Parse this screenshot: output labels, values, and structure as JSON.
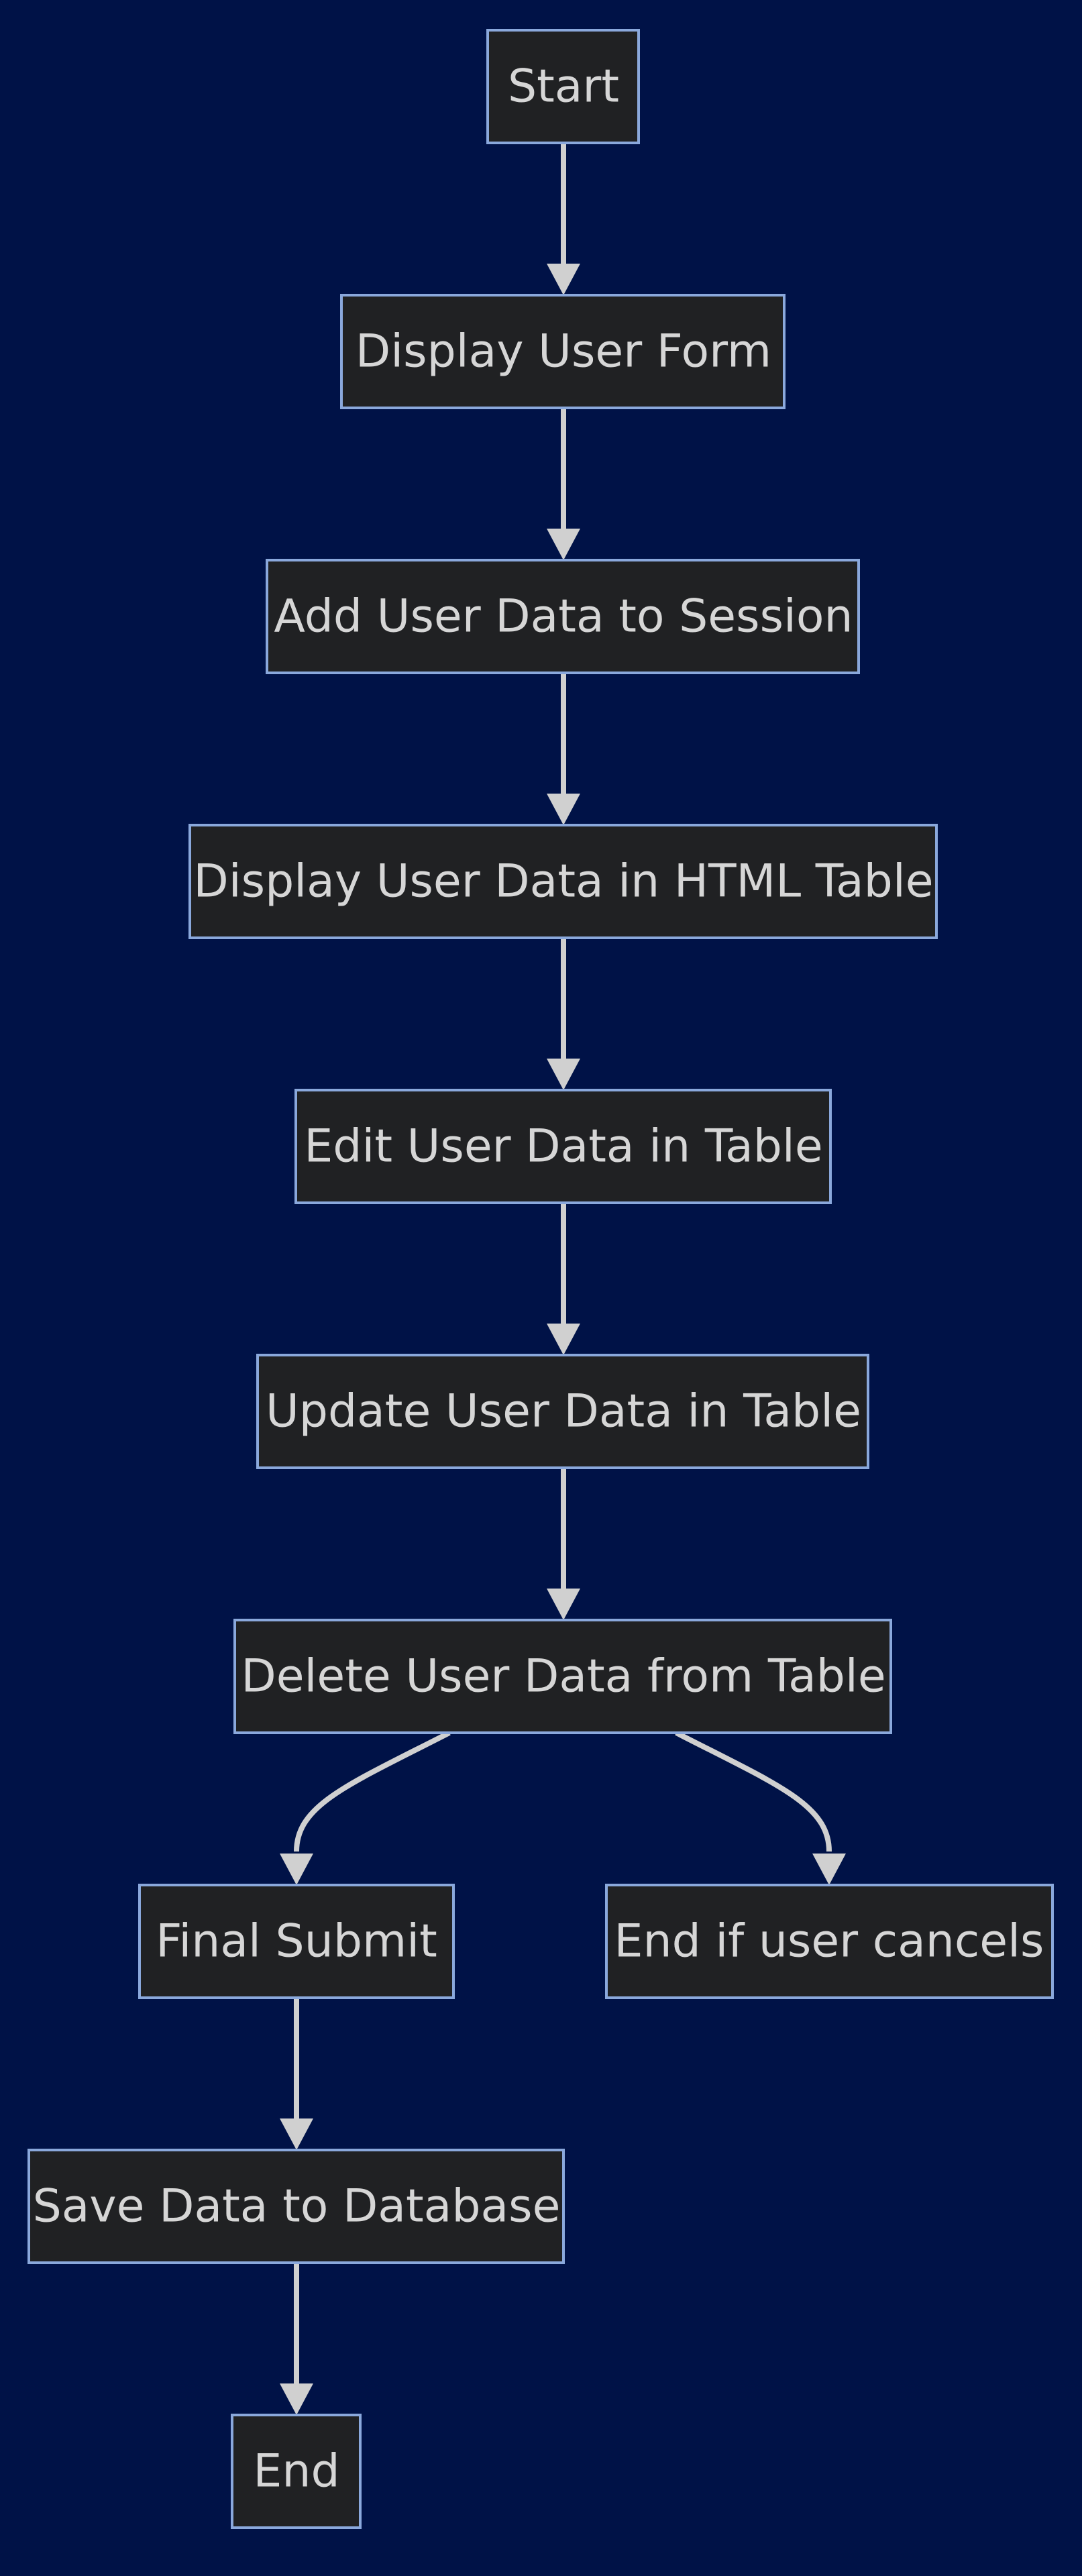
{
  "colors": {
    "background": "#001247",
    "node_fill": "#202123",
    "node_stroke": "#8aa8dc",
    "edge": "#d0d0d0",
    "text": "#d6d6d6"
  },
  "nodes": {
    "start": "Start",
    "display_form": "Display User Form",
    "add_session": "Add User Data to Session",
    "display_table": "Display User Data in HTML Table",
    "edit": "Edit User Data in Table",
    "update": "Update User Data in Table",
    "delete": "Delete User Data from Table",
    "final_submit": "Final Submit",
    "end_cancel": "End if user cancels",
    "save": "Save Data to Database",
    "end": "End"
  },
  "edges": [
    {
      "from": "start",
      "to": "display_form"
    },
    {
      "from": "display_form",
      "to": "add_session"
    },
    {
      "from": "add_session",
      "to": "display_table"
    },
    {
      "from": "display_table",
      "to": "edit"
    },
    {
      "from": "edit",
      "to": "update"
    },
    {
      "from": "update",
      "to": "delete"
    },
    {
      "from": "delete",
      "to": "final_submit"
    },
    {
      "from": "delete",
      "to": "end_cancel"
    },
    {
      "from": "final_submit",
      "to": "save"
    },
    {
      "from": "save",
      "to": "end"
    }
  ]
}
